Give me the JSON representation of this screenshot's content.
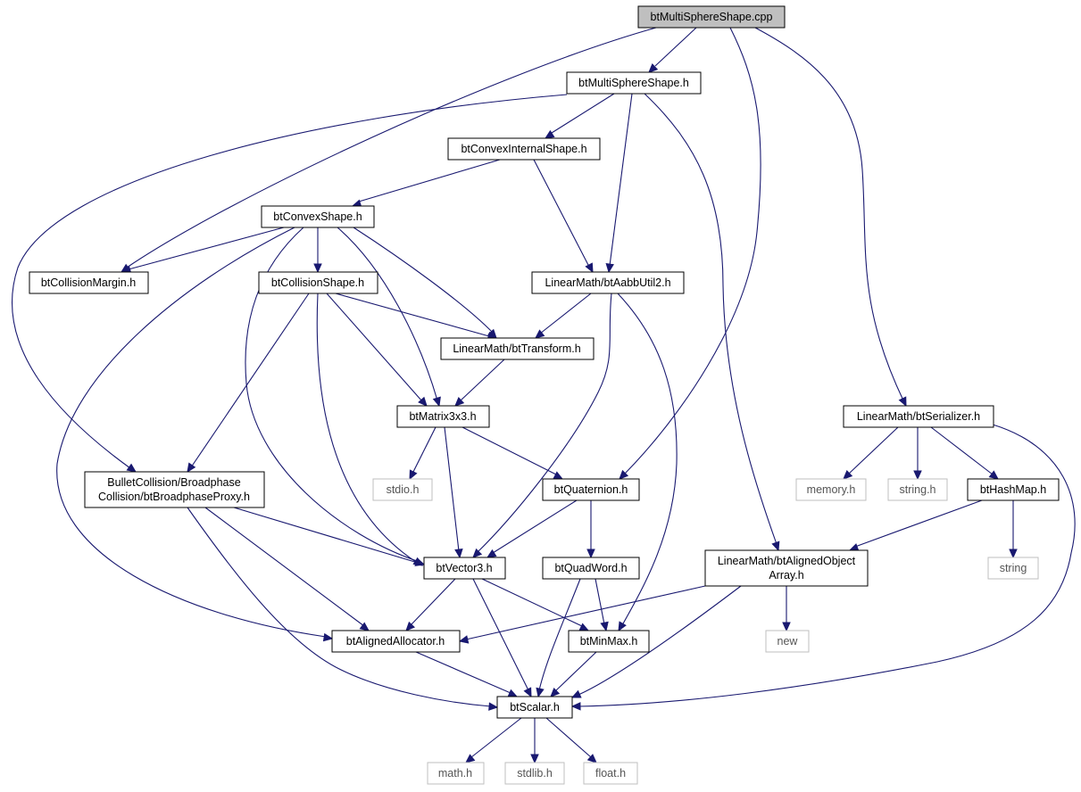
{
  "nodes": {
    "root": "btMultiSphereShape.cpp",
    "multisphere_h": "btMultiSphereShape.h",
    "convexinternal": "btConvexInternalShape.h",
    "convexshape": "btConvexShape.h",
    "collisionmargin": "btCollisionMargin.h",
    "collisionshape": "btCollisionShape.h",
    "aabbutil": "LinearMath/btAabbUtil2.h",
    "transform": "LinearMath/btTransform.h",
    "matrix3x3": "btMatrix3x3.h",
    "serializer": "LinearMath/btSerializer.h",
    "broadphase_line1": "BulletCollision/Broadphase",
    "broadphase_line2": "Collision/btBroadphaseProxy.h",
    "stdio": "stdio.h",
    "quaternion": "btQuaternion.h",
    "memory": "memory.h",
    "string_h": "string.h",
    "hashmap": "btHashMap.h",
    "vector3": "btVector3.h",
    "quadword": "btQuadWord.h",
    "alignedobject_line1": "LinearMath/btAlignedObject",
    "alignedobject_line2": "Array.h",
    "string": "string",
    "alignedallocator": "btAlignedAllocator.h",
    "minmax": "btMinMax.h",
    "new": "new",
    "scalar": "btScalar.h",
    "math": "math.h",
    "stdlib": "stdlib.h",
    "float": "float.h"
  },
  "colors": {
    "edge": "#191970",
    "root_fill": "#bfbfbf",
    "system_border": "#bfbfbf"
  }
}
